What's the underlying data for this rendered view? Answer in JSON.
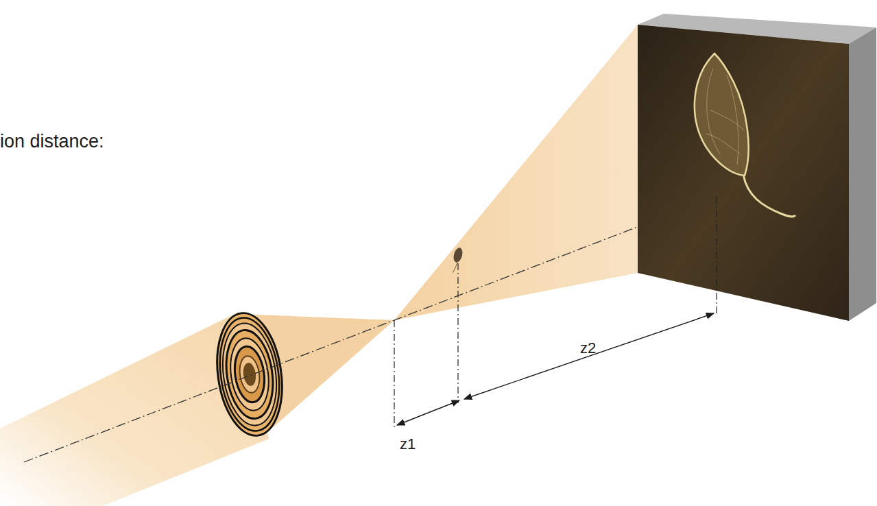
{
  "diagram": {
    "labels": [
      "ion distance:",
      "z2",
      "z1"
    ]
  }
}
